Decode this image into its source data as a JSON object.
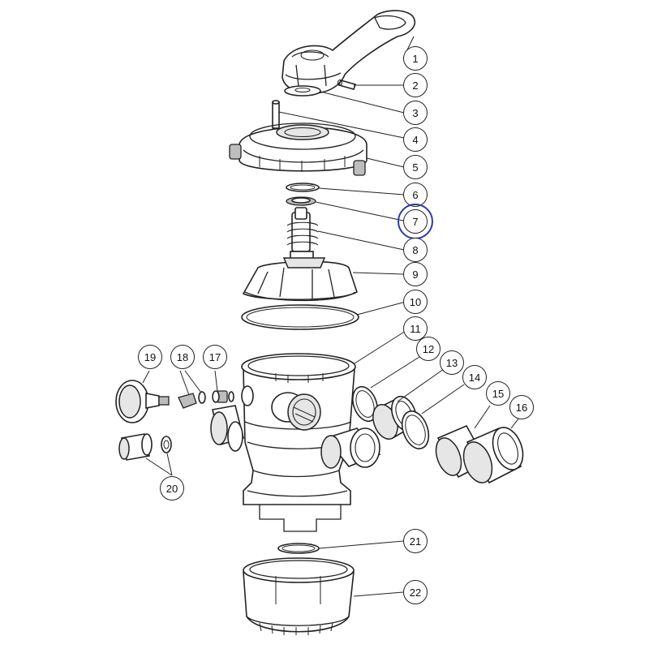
{
  "callouts": [
    {
      "id": "1",
      "label": "1"
    },
    {
      "id": "2",
      "label": "2"
    },
    {
      "id": "3",
      "label": "3"
    },
    {
      "id": "4",
      "label": "4"
    },
    {
      "id": "5",
      "label": "5"
    },
    {
      "id": "6",
      "label": "6"
    },
    {
      "id": "7",
      "label": "7"
    },
    {
      "id": "8",
      "label": "8"
    },
    {
      "id": "9",
      "label": "9"
    },
    {
      "id": "10",
      "label": "10"
    },
    {
      "id": "11",
      "label": "11"
    },
    {
      "id": "12",
      "label": "12"
    },
    {
      "id": "13",
      "label": "13"
    },
    {
      "id": "14",
      "label": "14"
    },
    {
      "id": "15",
      "label": "15"
    },
    {
      "id": "16",
      "label": "16"
    },
    {
      "id": "17",
      "label": "17"
    },
    {
      "id": "18",
      "label": "18"
    },
    {
      "id": "19",
      "label": "19"
    },
    {
      "id": "20",
      "label": "20"
    },
    {
      "id": "21",
      "label": "21"
    },
    {
      "id": "22",
      "label": "22"
    }
  ],
  "highlighted_callout": "7",
  "colors": {
    "line": "#222222",
    "highlight": "#2f3aa8"
  }
}
